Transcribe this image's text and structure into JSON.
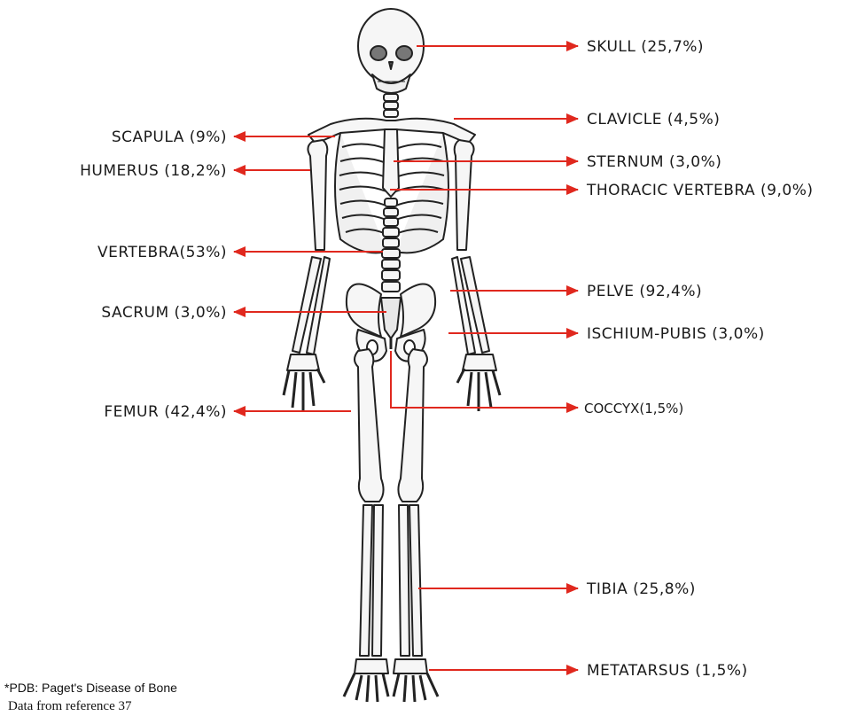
{
  "diagram": {
    "arrow_color": "#e0281e",
    "labels": {
      "skull": "SKULL (25,7%)",
      "clavicle": "CLAVICLE (4,5%)",
      "scapula": "SCAPULA (9%)",
      "sternum": "STERNUM (3,0%)",
      "humerus": "HUMERUS (18,2%)",
      "thoracic_vertebra": "THORACIC VERTEBRA (9,0%)",
      "vertebra": "VERTEBRA(53%)",
      "pelve": "PELVE (92,4%)",
      "sacrum": "SACRUM (3,0%)",
      "ischium_pubis": "ISCHIUM-PUBIS (3,0%)",
      "femur": "FEMUR (42,4%)",
      "coccyx": "COCCYX(1,5%)",
      "tibia": "TIBIA (25,8%)",
      "metatarsus": "METATARSUS (1,5%)"
    }
  },
  "footnote": {
    "line1": "*PDB: Paget's Disease of Bone",
    "line2": "Data from reference 37"
  }
}
